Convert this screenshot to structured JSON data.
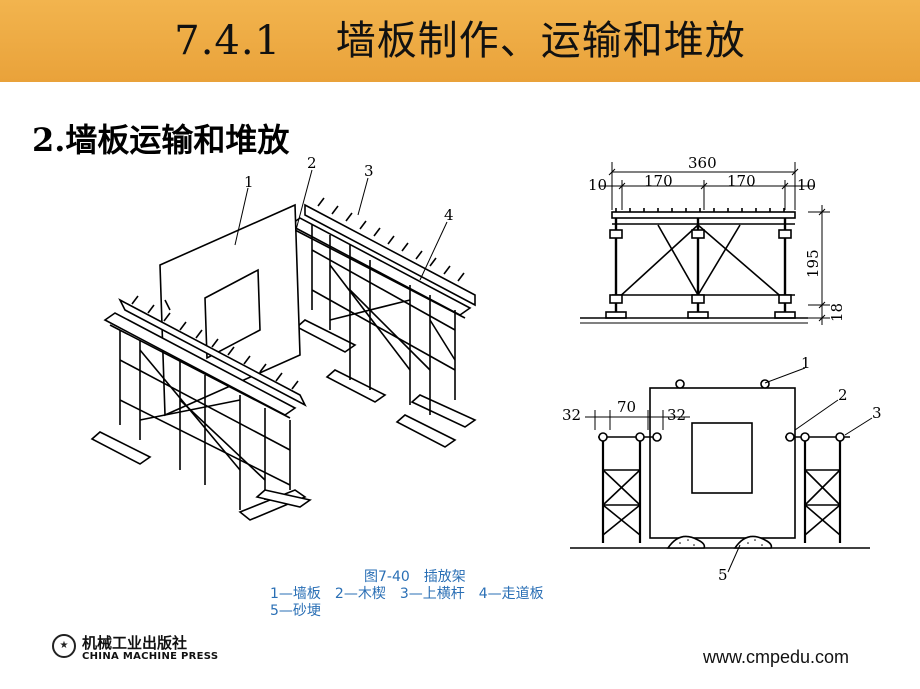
{
  "header": {
    "title": "7.4.1　 墙板制作、运输和堆放"
  },
  "section": {
    "heading": "2.墙板运输和堆放"
  },
  "iso_view": {
    "labels": [
      "1",
      "2",
      "3",
      "4"
    ]
  },
  "front_view": {
    "dims": {
      "total": "360",
      "mid_left": "170",
      "mid_right": "170",
      "edge_left": "10",
      "edge_right": "10",
      "height": "195",
      "base": "18"
    }
  },
  "side_view": {
    "labels": [
      "1",
      "2",
      "3",
      "5"
    ],
    "dims": {
      "a": "32",
      "b": "70",
      "c": "32"
    }
  },
  "caption": {
    "line1": "图7-40　插放架",
    "line2": "1—墙板　2—木楔　3—上横杆　4—走道板",
    "line3": "5—砂埂"
  },
  "footer": {
    "publisher_cn": "机械工业出版社",
    "publisher_en": "CHINA MACHINE PRESS",
    "logo_glyph": "★",
    "url": "www.cmpedu.com"
  }
}
